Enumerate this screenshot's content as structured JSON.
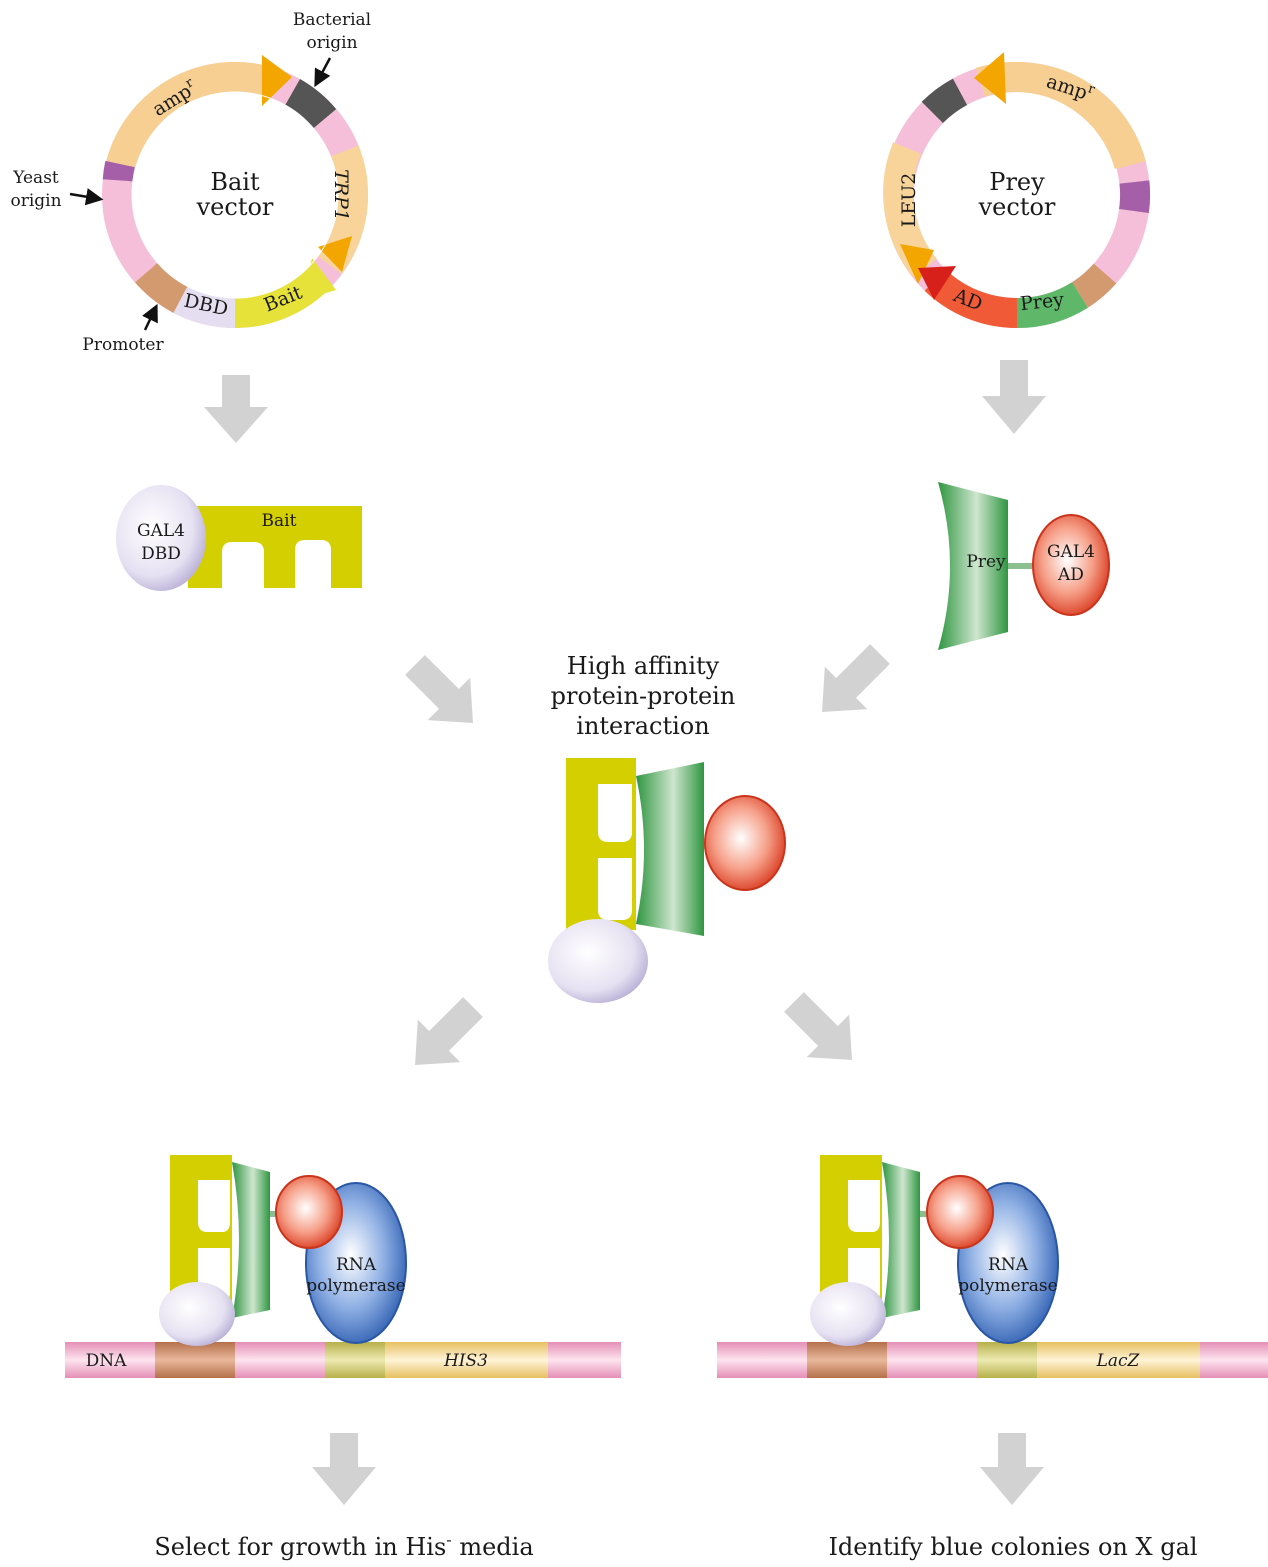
{
  "bait_vector": {
    "title_line1": "Bait",
    "title_line2": "vector",
    "segments": {
      "ampr_base": "amp",
      "ampr_sup": "r",
      "trp1": "TRP1",
      "bait": "Bait",
      "dbd": "DBD"
    },
    "callouts": {
      "bacterial_line1": "Bacterial",
      "bacterial_line2": "origin",
      "yeast_line1": "Yeast",
      "yeast_line2": "origin",
      "promoter": "Promoter"
    }
  },
  "prey_vector": {
    "title_line1": "Prey",
    "title_line2": "vector",
    "segments": {
      "ampr_base": "amp",
      "ampr_sup": "r",
      "leu2": "LEU2",
      "ad": "AD",
      "prey": "Prey"
    }
  },
  "bait_protein": {
    "dbd_line1": "GAL4",
    "dbd_line2": "DBD",
    "bait_label": "Bait"
  },
  "prey_protein": {
    "prey_label": "Prey",
    "ad_line1": "GAL4",
    "ad_line2": "AD"
  },
  "interaction": {
    "line1": "High affinity",
    "line2": "protein-protein",
    "line3": "interaction"
  },
  "left_reporter": {
    "rna_line1": "RNA",
    "rna_line2": "polymerase",
    "dna_label": "DNA",
    "gene": "HIS3"
  },
  "right_reporter": {
    "rna_line1": "RNA",
    "rna_line2": "polymerase",
    "gene": "LacZ"
  },
  "captions": {
    "left_pre": "Select for growth in His",
    "left_sup": "-",
    "left_post": " media",
    "right": "Identify blue colonies on X gal"
  },
  "colors": {
    "yellow": "#d4cf00",
    "green": "#3a9e45",
    "red_ad": "#e0442a",
    "lavender": "#dcd6ec",
    "blue_polymerase": "#3b72c4",
    "pink": "#f0a6c8",
    "orange_amp": "#f3c27a",
    "arrow_gray": "#d2d2d2"
  }
}
